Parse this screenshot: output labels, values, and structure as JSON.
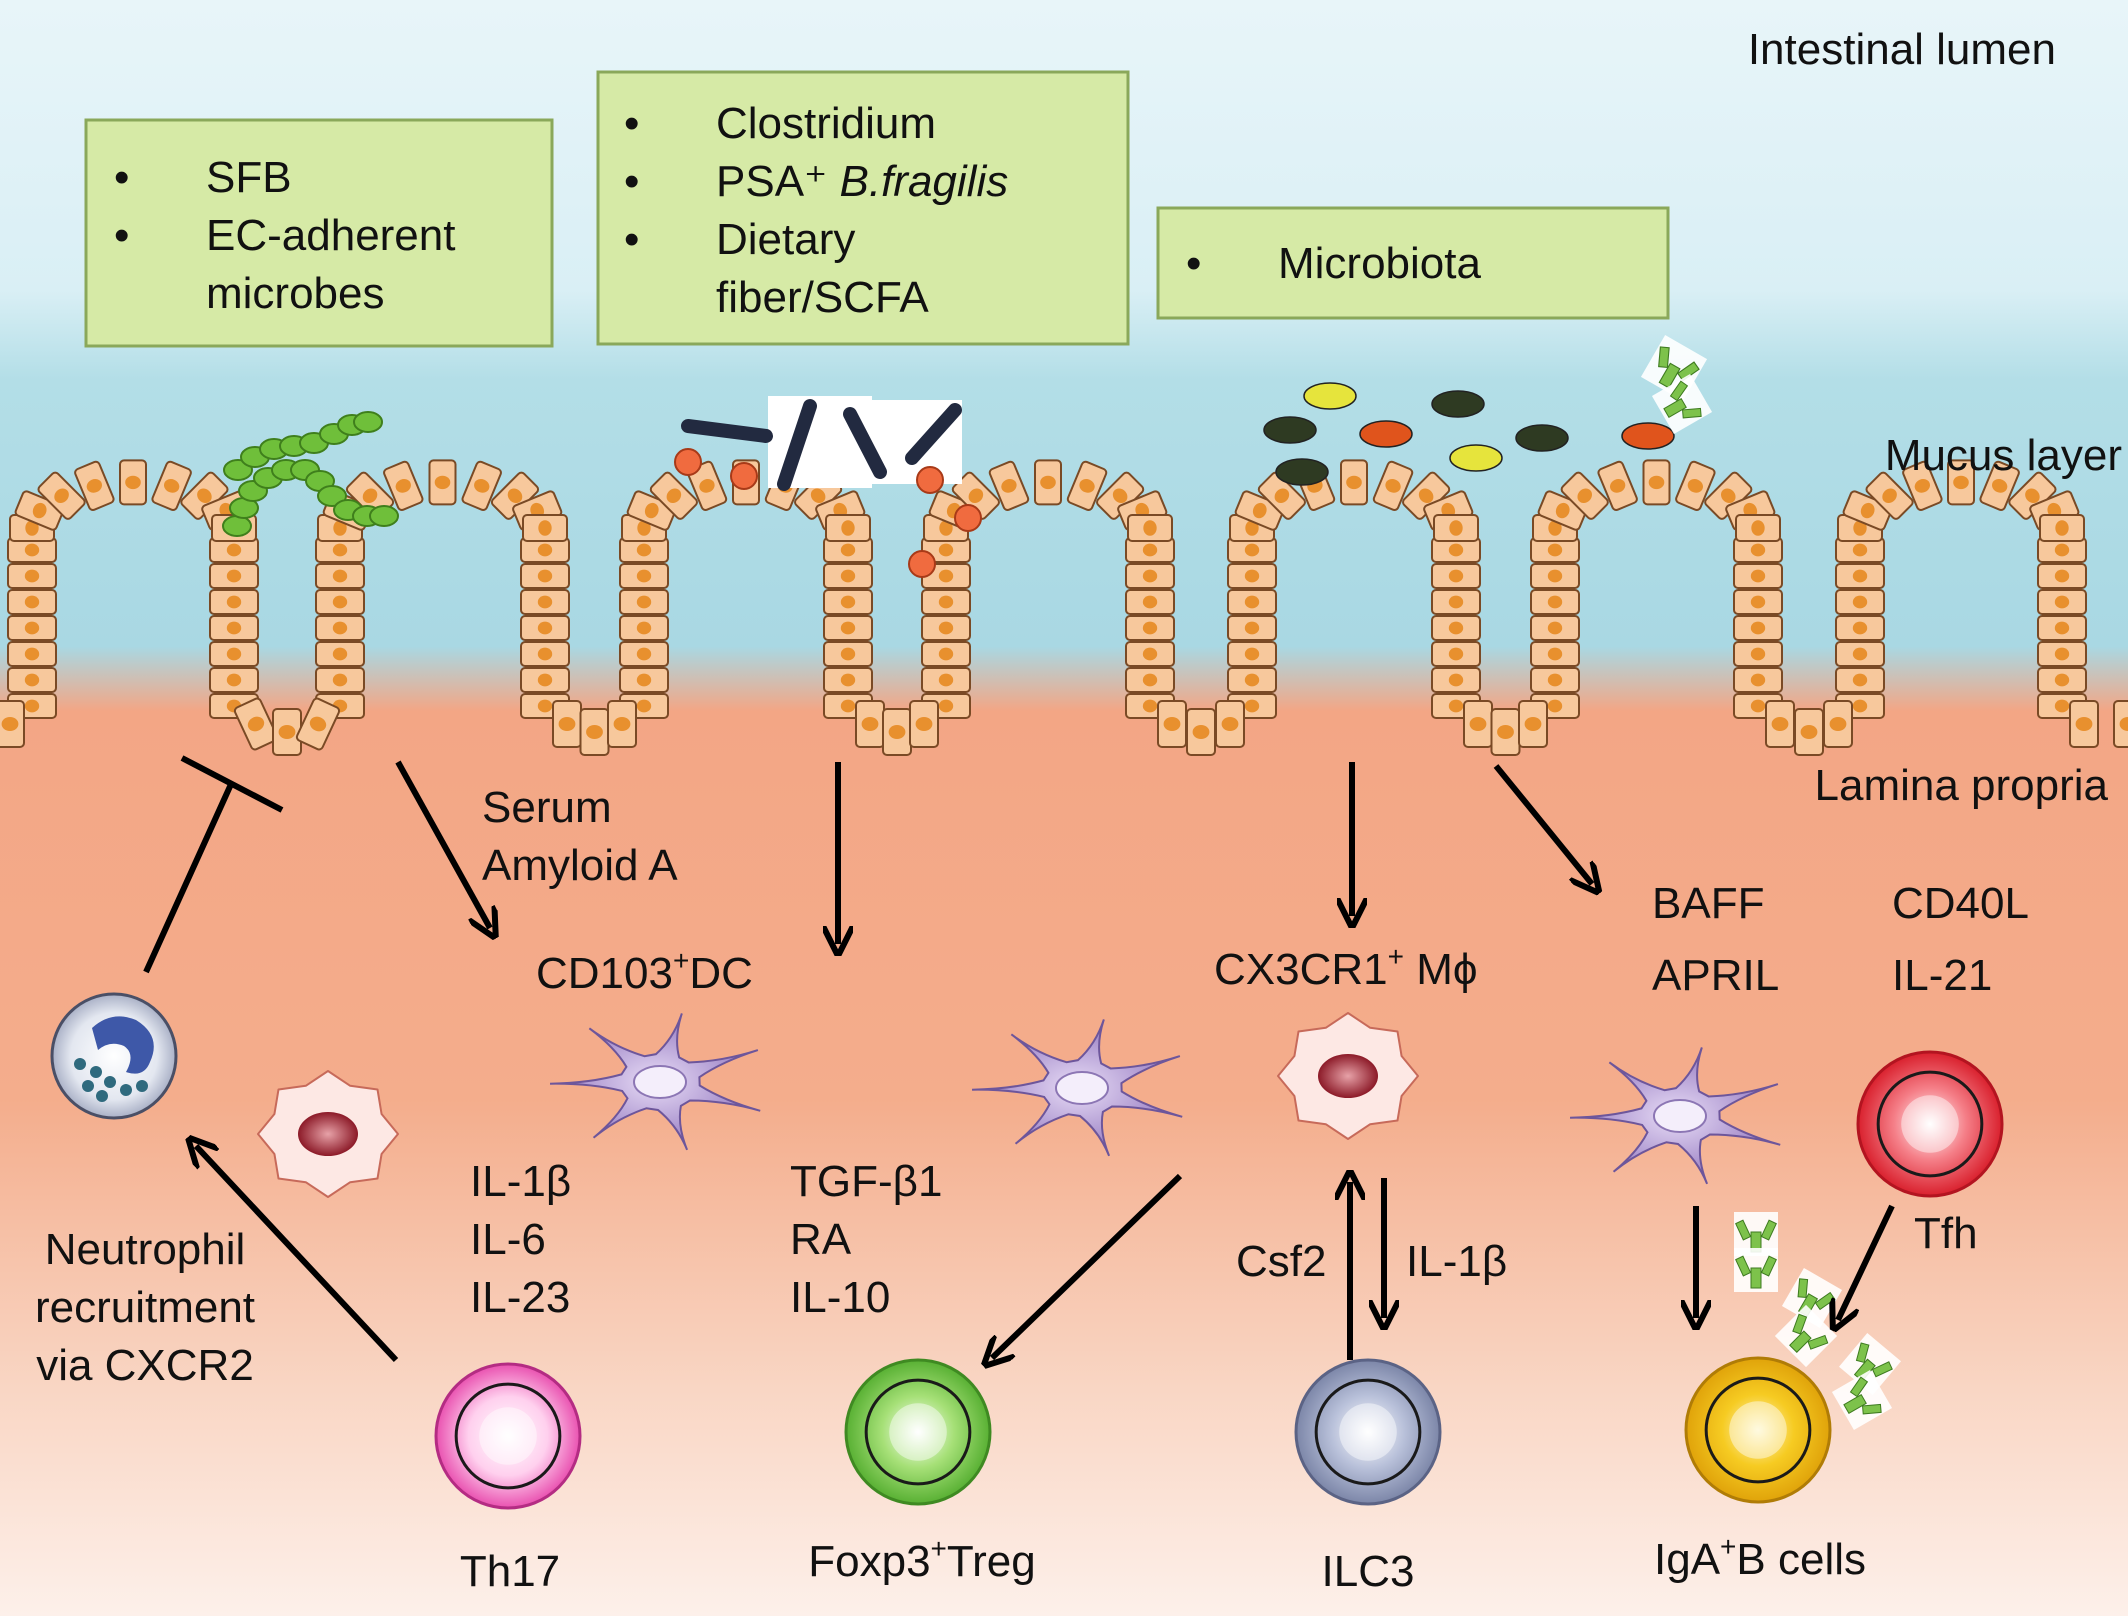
{
  "regions": {
    "lumen": "Intestinal lumen",
    "mucus": "Mucus layer",
    "lamina": "Lamina propria"
  },
  "boxes": [
    {
      "items": [
        [
          "SFB"
        ],
        [
          "EC-adherent",
          "microbes"
        ]
      ]
    },
    {
      "items": [
        [
          "Clostridium"
        ],
        [
          "PSA⁺ ",
          "B.fragilis"
        ],
        [
          "Dietary",
          "fiber/SCFA"
        ]
      ]
    },
    {
      "items": [
        [
          "Microbiota"
        ]
      ]
    }
  ],
  "labels": {
    "serum": [
      "Serum",
      "Amyloid A"
    ],
    "cd103_pre": "CD103",
    "cd103_sup": "+",
    "cd103_post": "DC",
    "cx3cr1_pre": "CX3CR1",
    "cx3cr1_sup": "+",
    "cx3cr1_post": " Mϕ",
    "baff": "BAFF",
    "april": "APRIL",
    "cd40l": "CD40L",
    "il21": "IL-21",
    "th17_cytokines": [
      "IL-1β",
      "IL-6",
      "IL-23"
    ],
    "treg_cytokines": [
      "TGF-β1",
      "RA",
      "IL-10"
    ],
    "csf2": "Csf2",
    "il1b": "IL-1β",
    "tfh": "Tfh",
    "neutrophil": [
      "Neutrophil",
      "recruitment",
      "via CXCR2"
    ],
    "th17": "Th17",
    "treg_pre": "Foxp3",
    "treg_sup": "+",
    "treg_post": "Treg",
    "ilc3": "ILC3",
    "iga_pre": "IgA",
    "iga_sup": "+",
    "iga_post": "B cells"
  },
  "colors": {
    "lumen": "#e6f4f8",
    "mucus": "#b2dde6",
    "lamina": "#f4a784",
    "box_fill": "#d6eaa6",
    "epithelial_cell": "#f7c89c",
    "nucleus": "#e8902e",
    "dc": "#a188c6",
    "th17": "#ec5fb5",
    "treg": "#7fc94f",
    "ilc3": "#a2acc8",
    "iga_b": "#f3c318",
    "tfh": "#e33a44",
    "sfb": "#6fbf3a"
  }
}
